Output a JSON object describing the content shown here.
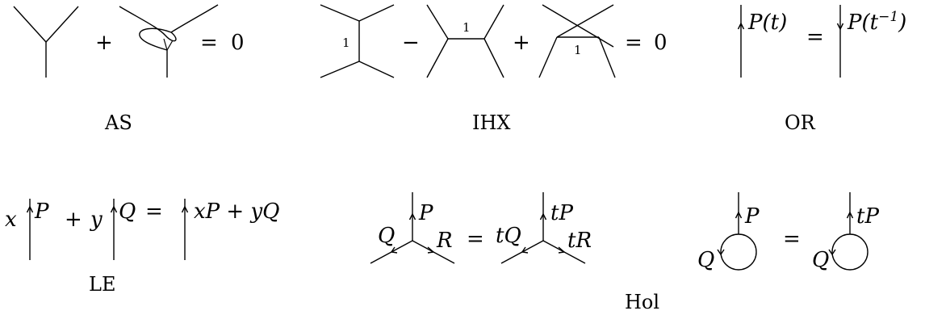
{
  "relations": {
    "as": {
      "caption": "AS",
      "plus": "+",
      "equals": "=",
      "zero": "0"
    },
    "ihx": {
      "caption": "IHX",
      "minus": "−",
      "plus": "+",
      "equals": "=",
      "zero": "0",
      "label_i": "1",
      "label_h": "1",
      "label_x": "1"
    },
    "or": {
      "caption": "OR",
      "lhs_label": "P(t)",
      "equals": "=",
      "rhs_label_base": "P(t",
      "rhs_label_sup": "−1",
      "rhs_label_close": ")"
    },
    "le": {
      "caption": "LE",
      "coef_x": "x",
      "label_p": "P",
      "plus": "+",
      "coef_y": "y",
      "label_q": "Q",
      "equals": "=",
      "rhs_label": "xP + yQ"
    },
    "hol": {
      "caption": "Hol",
      "vertex_lhs": {
        "top": "P",
        "left": "Q",
        "right": "R"
      },
      "equals_vertex": "=",
      "vertex_rhs": {
        "top": "tP",
        "left": "tQ",
        "right": "tR"
      },
      "loop_lhs": {
        "top": "P",
        "left": "Q"
      },
      "equals_loop": "=",
      "loop_rhs": {
        "top": "tP",
        "left": "Q"
      }
    }
  }
}
